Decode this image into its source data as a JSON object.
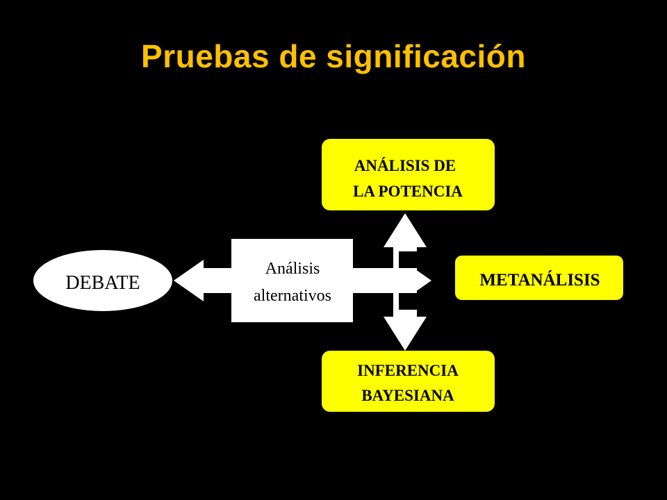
{
  "title": "Pruebas de significación",
  "colors": {
    "background": "#000000",
    "title": "#FFC000",
    "box_fill": "#FFFF00",
    "shape_fill": "#FFFFFF",
    "text": "#000000"
  },
  "nodes": {
    "debate": "DEBATE",
    "center": {
      "line1": "Análisis",
      "line2": "alternativos"
    },
    "power": {
      "line1": "ANÁLISIS DE",
      "line2": "LA POTENCIA"
    },
    "meta": "METANÁLISIS",
    "bayes": {
      "line1": "INFERENCIA",
      "line2": "BAYESIANA"
    }
  }
}
